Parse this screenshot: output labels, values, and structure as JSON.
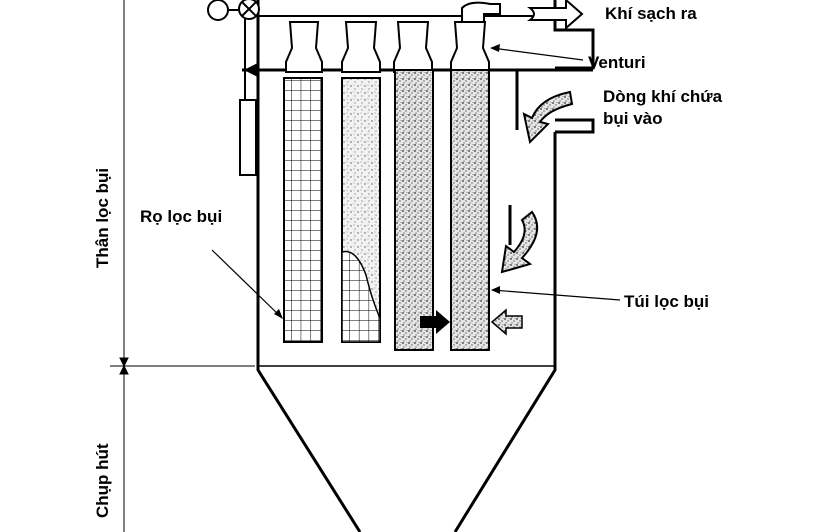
{
  "labels": {
    "clean_air_out": "Khí sạch ra",
    "venturi": "Venturi",
    "dusty_air_in_line1": "Dòng khí chứa",
    "dusty_air_in_line2": "bụi vào",
    "filter_cage": "Rọ lọc bụi",
    "filter_bag": "Túi lọc bụi",
    "filter_body": "Thân lọc bụi",
    "hopper": "Chụp hút"
  },
  "colors": {
    "line": "#000000",
    "dust_fill": "#d9d9d9",
    "background": "#ffffff"
  },
  "icons": [
    "clean-air-arrow-icon",
    "dusty-air-arrow-icon",
    "pulse-arrow-icon",
    "valve-icon"
  ]
}
